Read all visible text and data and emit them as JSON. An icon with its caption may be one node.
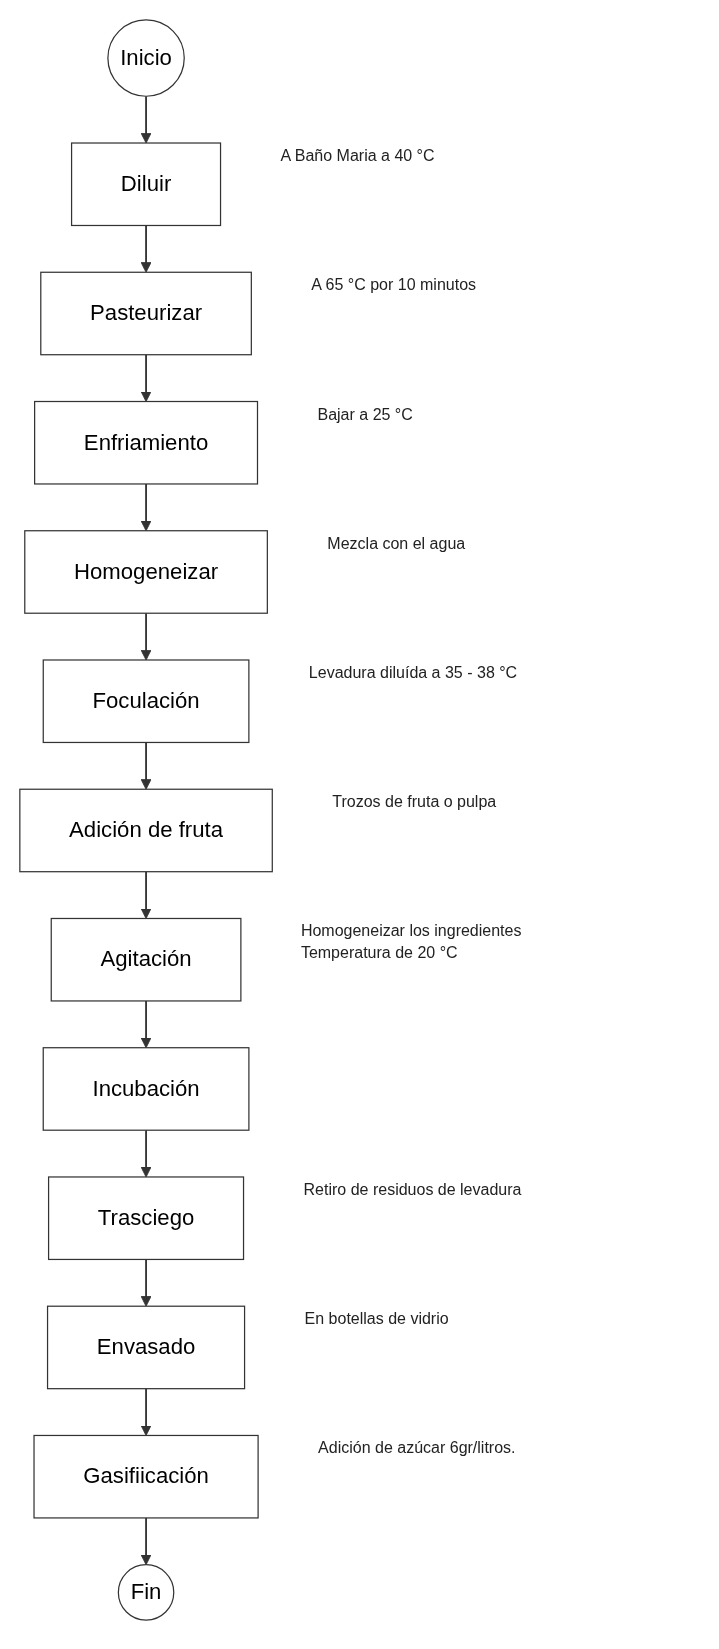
{
  "diagram": {
    "nodes": [
      {
        "text": [
          "Inicio"
        ]
      },
      {
        "text": [
          "Diluir"
        ],
        "beside": [
          "A Baño Maria a 40  °C"
        ]
      },
      {
        "text": [
          "Pasteurizar"
        ],
        "beside": [
          "A 65 °C   por 10 minutos"
        ]
      },
      {
        "text": [
          "Enfriamiento"
        ],
        "beside": [
          "Bajar a  25 °C"
        ]
      },
      {
        "text": [
          "Homogeneizar"
        ],
        "beside": [
          "Mezcla con el agua"
        ]
      },
      {
        "text": [
          "Foculación"
        ],
        "beside": [
          "Levadura diluída  a 35 - 38 °C"
        ]
      },
      {
        "text": [
          "Adición de fruta"
        ],
        "beside": [
          "Trozos de fruta o pulpa"
        ]
      },
      {
        "text": [
          "Agitación"
        ],
        "beside": [
          "Homogeneizar los ingredientes",
          "Temperatura de 20 °C"
        ]
      },
      {
        "text": [
          "Incubación"
        ]
      },
      {
        "text": [
          "Trasciego"
        ],
        "beside": [
          "Retiro de residuos de levadura"
        ]
      },
      {
        "text": [
          "Envasado"
        ],
        "beside": [
          "En botellas de vidrio"
        ]
      },
      {
        "text": [
          "Gasifiicación"
        ],
        "beside": [
          "Adición de azúcar 6gr/litros."
        ]
      },
      {
        "text": [
          "Fin"
        ]
      }
    ],
    "edges": [
      {
        "from": 0,
        "to": 1,
        "arrow": "to"
      },
      {
        "from": 1,
        "to": 2,
        "arrow": "to"
      },
      {
        "from": 2,
        "to": 3,
        "arrow": "to"
      },
      {
        "from": 3,
        "to": 4,
        "arrow": "to"
      },
      {
        "from": 4,
        "to": 5,
        "arrow": "to"
      },
      {
        "from": 5,
        "to": 6,
        "arrow": "to"
      },
      {
        "from": 6,
        "to": 7,
        "arrow": "to"
      },
      {
        "from": 7,
        "to": 8,
        "arrow": "to"
      },
      {
        "from": 8,
        "to": 9,
        "arrow": "to"
      },
      {
        "from": 9,
        "to": 10,
        "arrow": "to"
      },
      {
        "from": 10,
        "to": 11,
        "arrow": "to"
      },
      {
        "from": 11,
        "to": 12,
        "arrow": "to"
      }
    ]
  }
}
